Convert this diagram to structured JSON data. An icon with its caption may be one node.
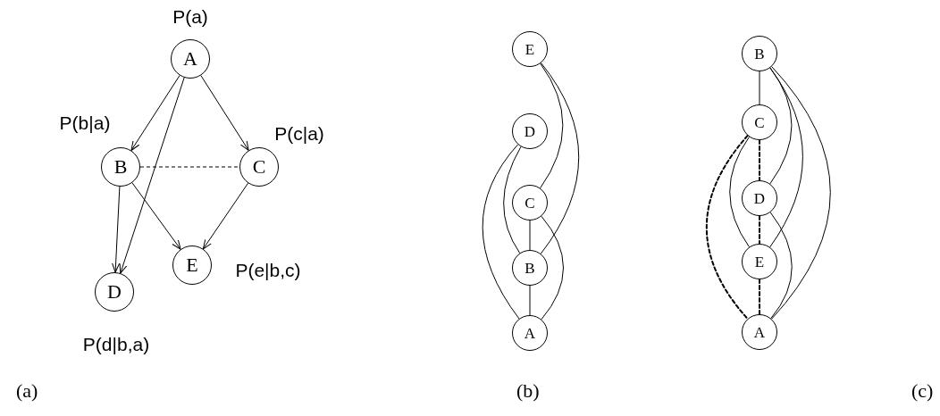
{
  "diagram": {
    "nodes": [
      {
        "text": [
          "A"
        ],
        "beside": [
          "P(a)"
        ]
      },
      {
        "text": [
          "B"
        ],
        "beside": [
          "P(b|a)"
        ]
      },
      {
        "text": [
          "C"
        ],
        "beside": [
          "P(c|a)"
        ]
      },
      {
        "text": [
          "D"
        ],
        "beside": [
          "P(d|b,a)"
        ]
      },
      {
        "text": [
          "E"
        ],
        "beside": [
          "P(e|b,c)"
        ]
      },
      {
        "text": [
          "E"
        ]
      },
      {
        "text": [
          "D"
        ]
      },
      {
        "text": [
          "C"
        ]
      },
      {
        "text": [
          "B"
        ]
      },
      {
        "text": [
          "A"
        ]
      },
      {
        "text": [
          "B"
        ]
      },
      {
        "text": [
          "C"
        ]
      },
      {
        "text": [
          "D"
        ]
      },
      {
        "text": [
          "E"
        ]
      },
      {
        "text": [
          "A"
        ]
      }
    ],
    "edges": [
      {
        "from": 0,
        "to": 1,
        "arrow": "to"
      },
      {
        "from": 0,
        "to": 2,
        "arrow": "to"
      },
      {
        "from": 0,
        "to": 3,
        "arrow": "to"
      },
      {
        "from": 1,
        "to": 2,
        "arrow": "none",
        "style": "dashed"
      },
      {
        "from": 1,
        "to": 3,
        "arrow": "to"
      },
      {
        "from": 1,
        "to": 4,
        "arrow": "to"
      },
      {
        "from": 2,
        "to": 4,
        "arrow": "to"
      },
      {
        "from": 5,
        "to": 7,
        "arrow": "none"
      },
      {
        "from": 5,
        "to": 8,
        "arrow": "none"
      },
      {
        "from": 6,
        "to": 8,
        "arrow": "none"
      },
      {
        "from": 6,
        "to": 9,
        "arrow": "none"
      },
      {
        "from": 7,
        "to": 8,
        "arrow": "none"
      },
      {
        "from": 7,
        "to": 9,
        "arrow": "none"
      },
      {
        "from": 8,
        "to": 9,
        "arrow": "none"
      },
      {
        "from": 10,
        "to": 11,
        "arrow": "none"
      },
      {
        "from": 11,
        "to": 12,
        "arrow": "none",
        "style": "dashed"
      },
      {
        "from": 12,
        "to": 13,
        "arrow": "none",
        "style": "dashed"
      },
      {
        "from": 13,
        "to": 14,
        "arrow": "none",
        "style": "dashed"
      },
      {
        "from": 11,
        "to": 14,
        "arrow": "none",
        "style": "dashed"
      },
      {
        "from": 11,
        "to": 13,
        "arrow": "none"
      },
      {
        "from": 10,
        "to": 12,
        "arrow": "none"
      },
      {
        "from": 10,
        "to": 13,
        "arrow": "none"
      },
      {
        "from": 10,
        "to": 14,
        "arrow": "none"
      },
      {
        "from": 12,
        "to": 14,
        "arrow": "none"
      }
    ],
    "labels": [
      "(a)",
      "(b)",
      "(c)"
    ]
  }
}
